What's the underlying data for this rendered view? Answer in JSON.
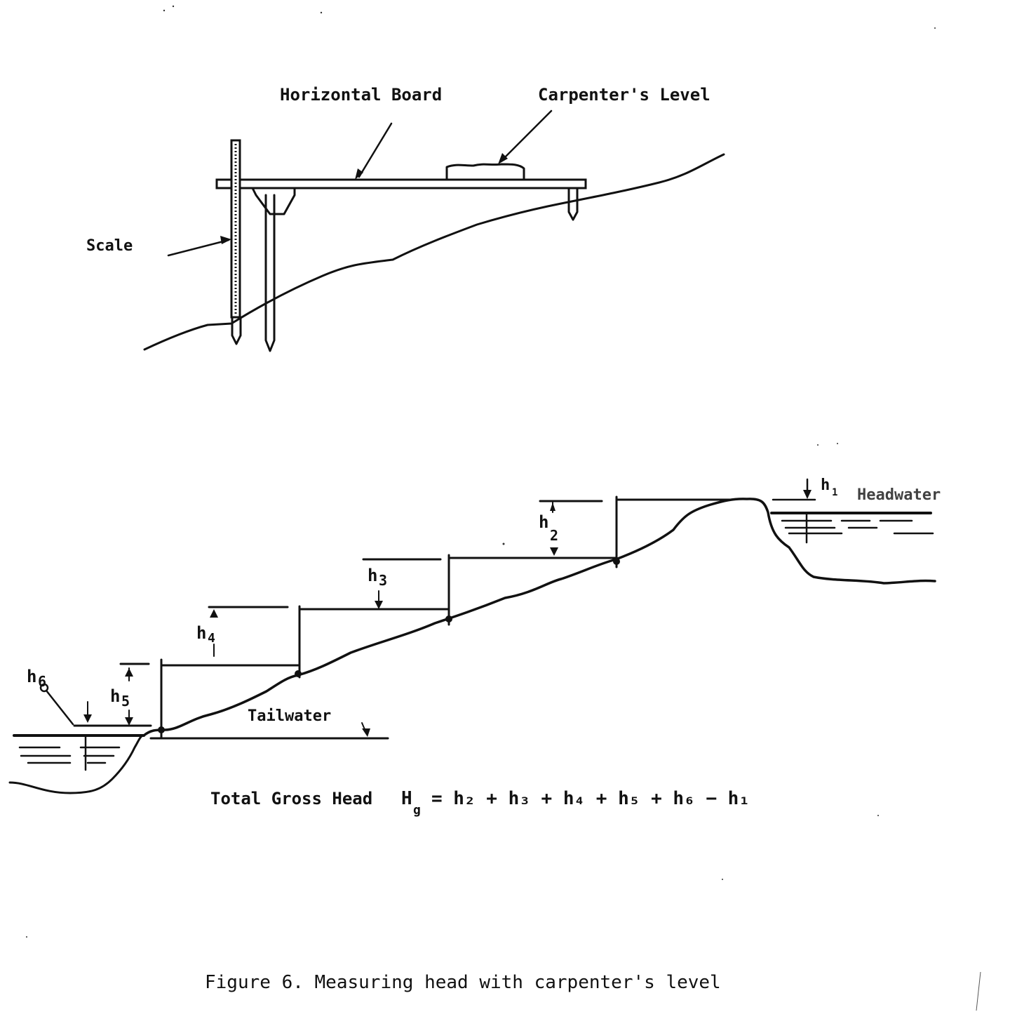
{
  "top_diagram": {
    "labels": {
      "horizontal_board": "Horizontal Board",
      "carpenters_level": "Carpenter's Level",
      "scale": "Scale"
    }
  },
  "bottom_diagram": {
    "labels": {
      "headwater": "Headwater",
      "tailwater": "Tailwater",
      "h1": "h",
      "h1_sub": "1",
      "h2": "h",
      "h2_sub": "2",
      "h3": "h",
      "h3_sub": "3",
      "h4": "h",
      "h4_sub": "4",
      "h5": "h",
      "h5_sub": "5",
      "h6": "h",
      "h6_sub": "6"
    },
    "formula": {
      "prefix": "Total Gross Head",
      "symbol": "H",
      "symbol_sub": "g",
      "rhs": "= h₂ + h₃ + h₄ + h₅ + h₆ − h₁"
    }
  },
  "caption": "Figure 6. Measuring head with carpenter's level"
}
